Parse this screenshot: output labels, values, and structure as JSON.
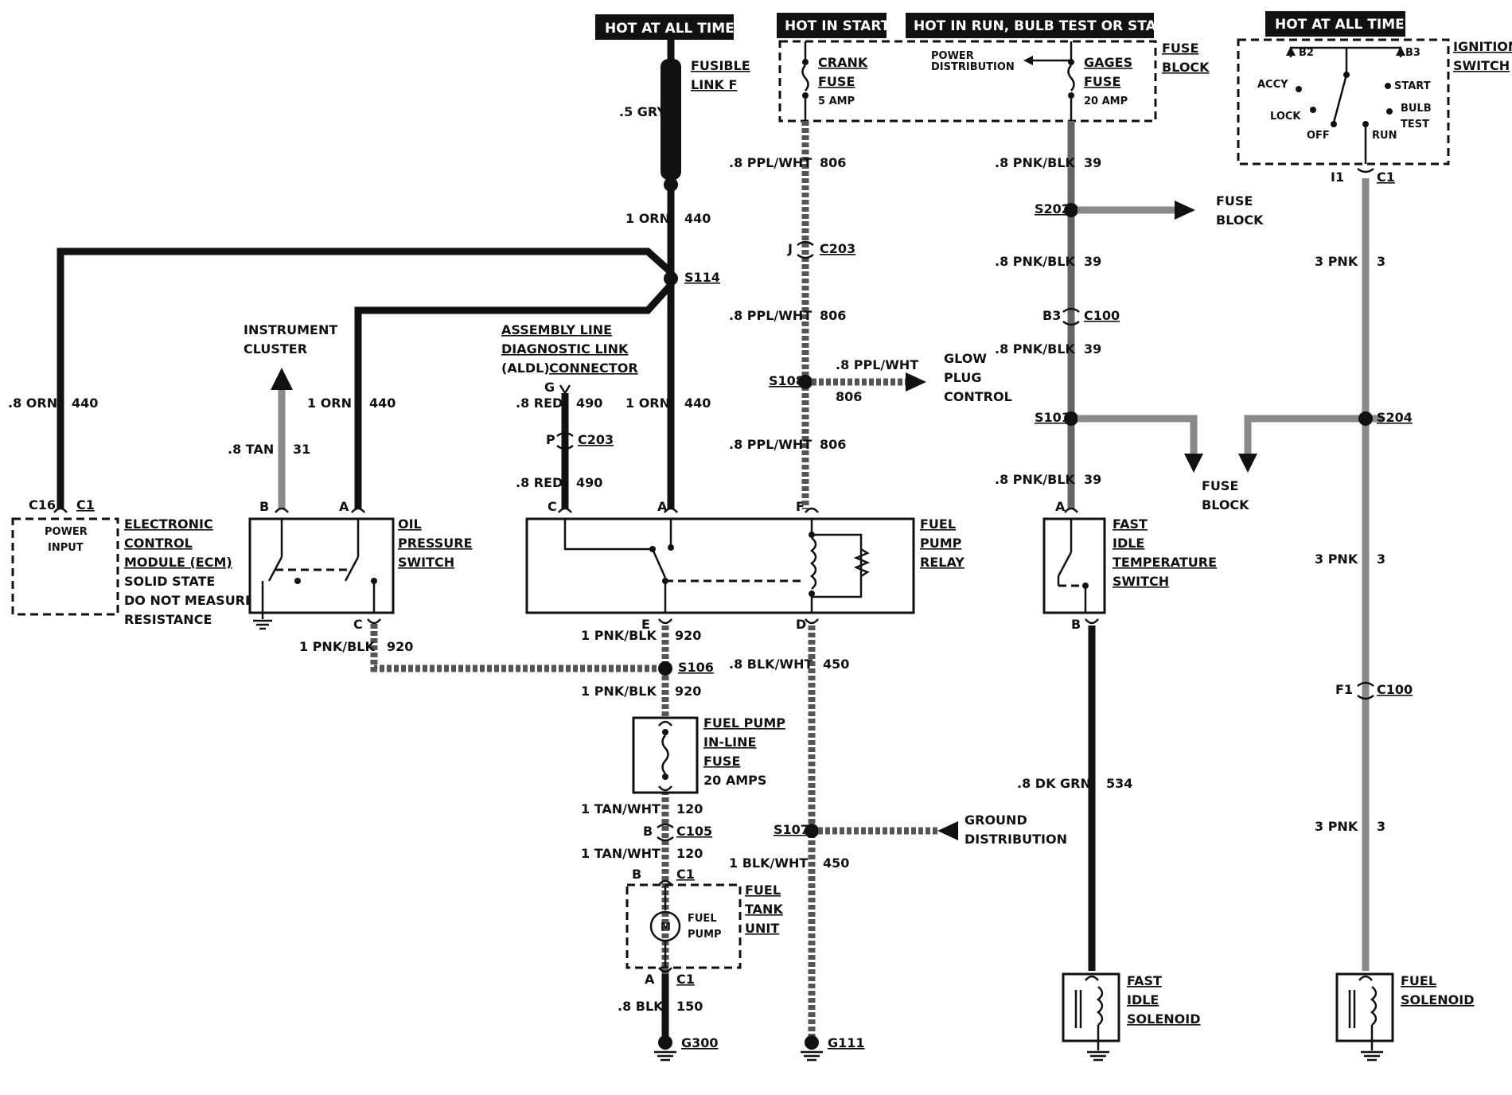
{
  "headers": {
    "hot_at_all_times_left": "HOT AT ALL TIMES",
    "hot_in_start": "HOT IN START",
    "hot_in_run": "HOT IN RUN, BULB TEST OR START",
    "hot_at_all_times_right": "HOT AT ALL TIMES"
  },
  "fuse_block": {
    "title_1": "FUSE",
    "title_2": "BLOCK",
    "crank_1": "CRANK",
    "crank_2": "FUSE",
    "crank_amp": "5 AMP",
    "gages_1": "GAGES",
    "gages_2": "FUSE",
    "gages_amp": "20 AMP",
    "power_dist_1": "POWER",
    "power_dist_2": "DISTRIBUTION"
  },
  "ignition": {
    "title_1": "IGNITION",
    "title_2": "SWITCH",
    "b2": "B2",
    "b3": "B3",
    "accy": "ACCY",
    "start": "START",
    "lock": "LOCK",
    "off": "OFF",
    "bulb": "BULB",
    "test": "TEST",
    "run": "RUN",
    "i1": "I1",
    "c1": "C1"
  },
  "fusible_link": {
    "name_1": "FUSIBLE",
    "name_2": "LINK F",
    "wire": ".5 GRY"
  },
  "wires": {
    "orn_440_top_gauge": "1 ORN",
    "orn_440_top_num": "440",
    "s114": "S114",
    "ecm_gauge": ".8 ORN",
    "ecm_num": "440",
    "oil_gauge": "1 ORN",
    "oil_num": "440",
    "relay_a_gauge": "1 ORN",
    "relay_a_num": "440",
    "tan_gauge": ".8 TAN",
    "tan_num": "31",
    "red1_gauge": ".8 RED",
    "red1_num": "490",
    "red2_gauge": ".8 RED",
    "red2_num": "490",
    "ppl1_gauge": ".8 PPL/WHT",
    "ppl1_num": "806",
    "ppl2_gauge": ".8 PPL/WHT",
    "ppl2_num": "806",
    "ppl3_gauge": ".8 PPL/WHT",
    "ppl3_num": "806",
    "glow_gauge": ".8 PPL/WHT",
    "glow_num": "806",
    "pnk1_gauge": ".8 PNK/BLK",
    "pnk1_num": "39",
    "pnk2_gauge": ".8 PNK/BLK",
    "pnk2_num": "39",
    "pnk3_gauge": ".8 PNK/BLK",
    "pnk3_num": "39",
    "pnk4_gauge": ".8 PNK/BLK",
    "pnk4_num": "39",
    "pnk920_a_gauge": "1 PNK/BLK",
    "pnk920_a_num": "920",
    "pnk920_b_gauge": "1 PNK/BLK",
    "pnk920_b_num": "920",
    "pnk920_c_gauge": "1 PNK/BLK",
    "pnk920_c_num": "920",
    "blkwht1_gauge": ".8 BLK/WHT",
    "blkwht1_num": "450",
    "blkwht2_gauge": "1 BLK/WHT",
    "blkwht2_num": "450",
    "tan1_gauge": "1 TAN/WHT",
    "tan1_num": "120",
    "tan2_gauge": "1 TAN/WHT",
    "tan2_num": "120",
    "blk_gauge": ".8 BLK",
    "blk_num": "150",
    "dkgrn_gauge": ".8 DK GRN",
    "dkgrn_num": "534",
    "pnk3a_gauge": "3 PNK",
    "pnk3a_num": "3",
    "pnk3b_gauge": "3 PNK",
    "pnk3b_num": "3",
    "pnk3c_gauge": "3 PNK",
    "pnk3c_num": "3"
  },
  "connectors": {
    "j": "J",
    "c203a": "C203",
    "s108": "S108",
    "s202": "S202",
    "b3": "B3",
    "c100a": "C100",
    "s101": "S101",
    "s204": "S204",
    "g": "G",
    "p": "P",
    "c203b": "C203",
    "s106": "S106",
    "b": "B",
    "c105": "C105",
    "s107": "S107",
    "f1": "F1",
    "c100b": "C100",
    "c16": "C16",
    "c1_ecm": "C1",
    "c1_pump_top": "C1",
    "c1_pump_bot": "C1",
    "b_pump": "B",
    "a_pump": "A",
    "g300": "G300",
    "g111": "G111"
  },
  "labels": {
    "instrument_1": "INSTRUMENT",
    "instrument_2": "CLUSTER",
    "aldl_1": "ASSEMBLY LINE",
    "aldl_2": "DIAGNOSTIC LINK",
    "aldl_3a": "(ALDL)",
    "aldl_3b": "CONNECTOR",
    "glow_1": "GLOW",
    "glow_2": "PLUG",
    "glow_3": "CONTROL",
    "fuse_block_r1": "FUSE",
    "fuse_block_r2": "BLOCK",
    "fuse_block_m1": "FUSE",
    "fuse_block_m2": "BLOCK",
    "ground_1": "GROUND",
    "ground_2": "DISTRIBUTION",
    "ecm_1": "ELECTRONIC",
    "ecm_2": "CONTROL",
    "ecm_3": "MODULE (ECM)",
    "ecm_4": "SOLID STATE",
    "ecm_5": "DO NOT MEASURE",
    "ecm_6": "RESISTANCE",
    "power_input_1": "POWER",
    "power_input_2": "INPUT",
    "oil_1": "OIL",
    "oil_2": "PRESSURE",
    "oil_3": "SWITCH",
    "relay_1": "FUEL",
    "relay_2": "PUMP",
    "relay_3": "RELAY",
    "fast_temp_1": "FAST",
    "fast_temp_2": "IDLE",
    "fast_temp_3": "TEMPERATURE",
    "fast_temp_4": "SWITCH",
    "inline_1": "FUEL PUMP",
    "inline_2": "IN-LINE",
    "inline_3": "FUSE",
    "inline_4": "20 AMPS",
    "tank_1": "FUEL",
    "tank_2": "TANK",
    "tank_3": "UNIT",
    "pump_1": "FUEL",
    "pump_2": "PUMP",
    "motor": "M",
    "fast_sol_1": "FAST",
    "fast_sol_2": "IDLE",
    "fast_sol_3": "SOLENOID",
    "fuel_sol_1": "FUEL",
    "fuel_sol_2": "SOLENOID",
    "pin_b_oil": "B",
    "pin_a_oil": "A",
    "pin_c_oil": "C",
    "pin_c_relay": "C",
    "pin_a_relay": "A",
    "pin_f_relay": "F",
    "pin_e_relay": "E",
    "pin_d_relay": "D",
    "pin_a_fast": "A",
    "pin_b_fast": "B"
  }
}
